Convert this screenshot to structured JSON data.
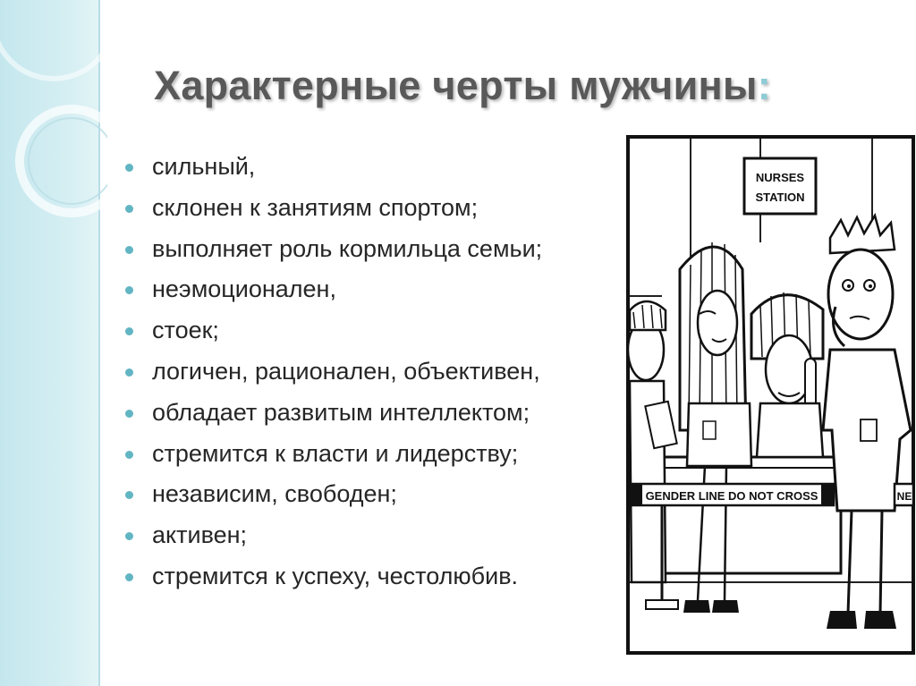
{
  "slide": {
    "title": "Характерные черты мужчины",
    "title_colon": ":",
    "accent_color": "#62b5c3",
    "side_band_color": "#c8e9ef"
  },
  "bullets": [
    "сильный,",
    "склонен к занятиям спортом;",
    "выполняет роль кормильца семьи;",
    "неэмоционален,",
    "стоек;",
    "логичен, рационален, объективен,",
    "обладает развитым интеллектом;",
    "стремится к власти и лидерству;",
    "независим, свободен;",
    "активен;",
    "стремится к успеху, честолюбив."
  ],
  "cartoon": {
    "sign_line1": "NURSES",
    "sign_line2": "STATION",
    "tape_text": "GENDER LINE DO NOT CROSS",
    "tape_text_cut": "NE"
  }
}
